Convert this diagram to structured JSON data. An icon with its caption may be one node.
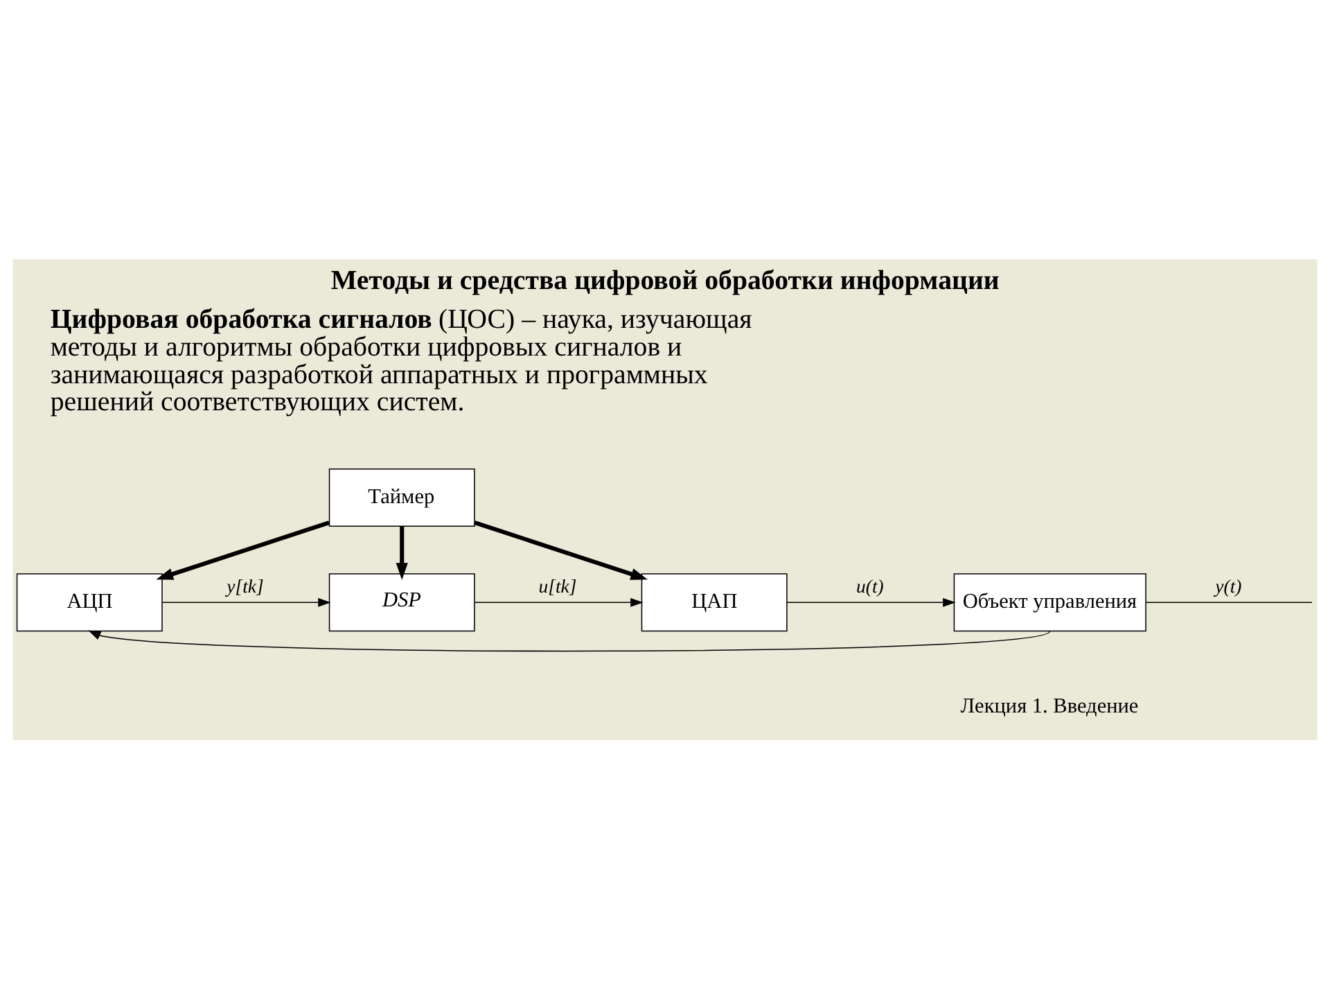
{
  "diagram": {
    "title": "Методы и средства цифровой обработки информации",
    "nodes": [
      {
        "text": [
          "Таймер"
        ]
      },
      {
        "text": [
          "АЦП"
        ]
      },
      {
        "text": [
          "DSP"
        ]
      },
      {
        "text": [
          "ЦАП"
        ]
      },
      {
        "text": [
          "Объект управления"
        ]
      }
    ],
    "edges": [
      {
        "from": 0,
        "to": 1,
        "arrow": "to",
        "style": "thick"
      },
      {
        "from": 0,
        "to": 2,
        "arrow": "to",
        "style": "thick"
      },
      {
        "from": 0,
        "to": 3,
        "arrow": "to",
        "style": "thick"
      },
      {
        "from": 1,
        "to": 2,
        "arrow": "to",
        "label": "y[tk]"
      },
      {
        "from": 2,
        "to": 3,
        "arrow": "to",
        "label": "u[tk]"
      },
      {
        "from": 3,
        "to": 4,
        "arrow": "to",
        "label": "u(t)"
      },
      {
        "from": 4,
        "to": null,
        "arrow": "none",
        "label": "y(t)"
      },
      {
        "from": 4,
        "to": 1,
        "arrow": "to"
      }
    ],
    "labels": [
      "**Цифровая обработка сигналов** (ЦОС) – наука, изучающая методы и алгоритмы обработки цифровых сигналов и занимающаяся разработкой аппаратных и программных решений соответствующих систем.",
      "Лекция 1. Введение"
    ]
  }
}
